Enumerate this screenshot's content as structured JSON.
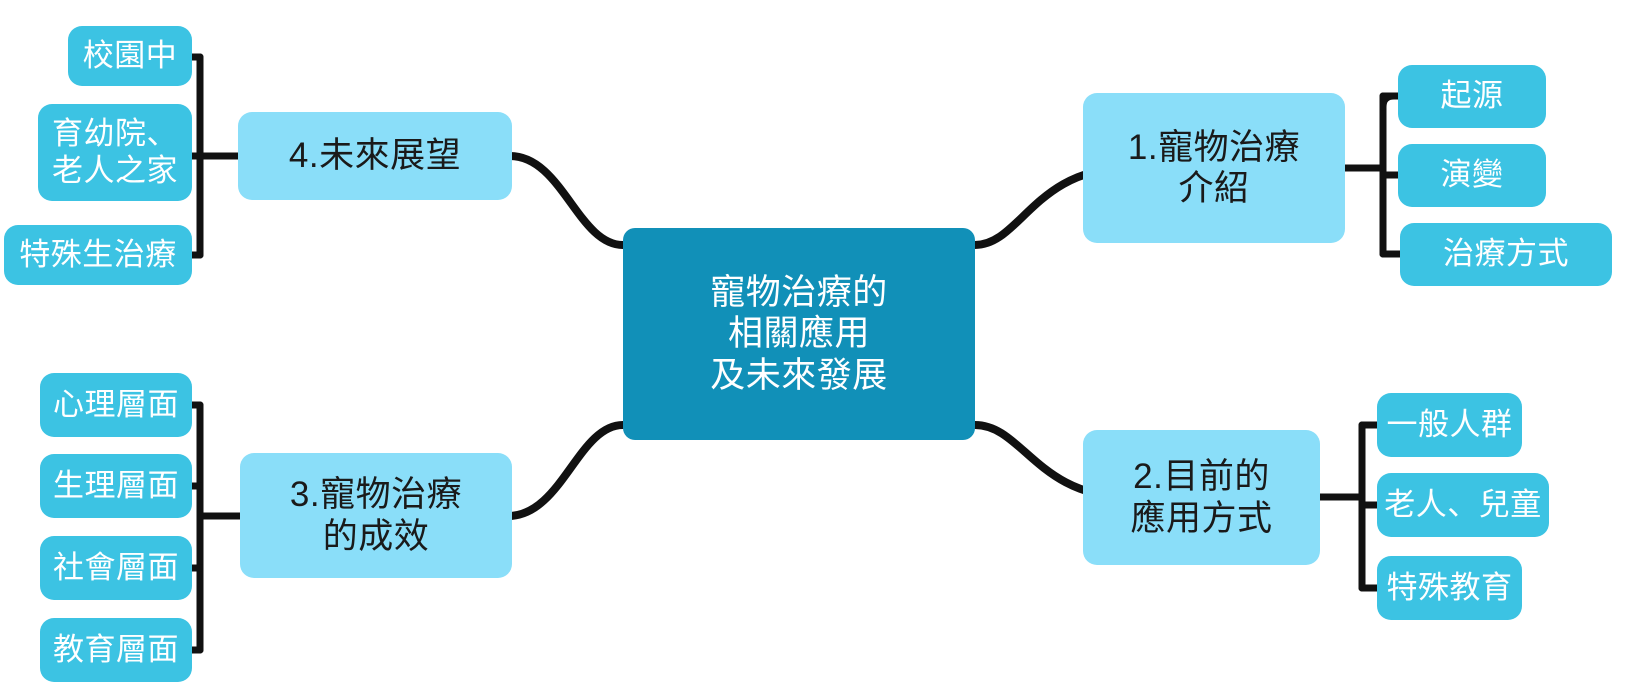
{
  "diagram": {
    "type": "mind-map",
    "title": "寵物治療的相關應用及未來發展",
    "colors": {
      "center_fill": "#1190B8",
      "center_text": "#FFFFFF",
      "branch_fill": "#8ADEF9",
      "branch_text": "#1A1A1A",
      "leaf_fill": "#3CC3E3",
      "leaf_text": "#FFFFFF",
      "connector": "#111111",
      "background": "#FFFFFF"
    }
  },
  "center": {
    "label": "寵物治療的\n相關應用\n及未來發展"
  },
  "branches": [
    {
      "id": "branch-1",
      "label": "1.寵物治療\n介紹",
      "side": "right",
      "leaves": [
        {
          "id": "leaf-1-1",
          "label": "起源"
        },
        {
          "id": "leaf-1-2",
          "label": "演變"
        },
        {
          "id": "leaf-1-3",
          "label": "治療方式"
        }
      ]
    },
    {
      "id": "branch-2",
      "label": "2.目前的\n應用方式",
      "side": "right",
      "leaves": [
        {
          "id": "leaf-2-1",
          "label": "一般人群"
        },
        {
          "id": "leaf-2-2",
          "label": "老人、兒童"
        },
        {
          "id": "leaf-2-3",
          "label": "特殊教育"
        }
      ]
    },
    {
      "id": "branch-3",
      "label": "3.寵物治療\n的成效",
      "side": "left",
      "leaves": [
        {
          "id": "leaf-3-1",
          "label": "心理層面"
        },
        {
          "id": "leaf-3-2",
          "label": "生理層面"
        },
        {
          "id": "leaf-3-3",
          "label": "社會層面"
        },
        {
          "id": "leaf-3-4",
          "label": "教育層面"
        }
      ]
    },
    {
      "id": "branch-4",
      "label": "4.未來展望",
      "side": "left",
      "leaves": [
        {
          "id": "leaf-4-1",
          "label": "校園中"
        },
        {
          "id": "leaf-4-2",
          "label": "育幼院、\n老人之家"
        },
        {
          "id": "leaf-4-3",
          "label": "特殊生治療"
        }
      ]
    }
  ]
}
